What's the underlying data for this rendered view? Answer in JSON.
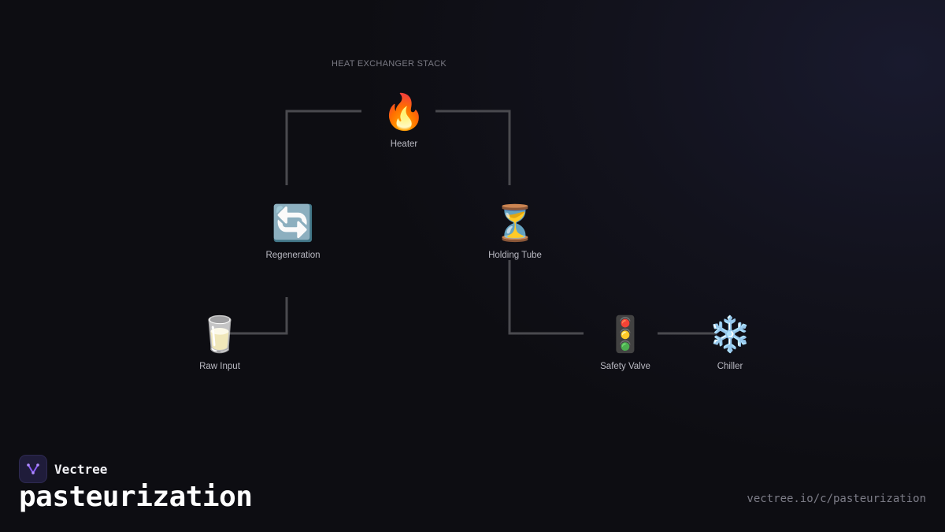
{
  "diagram": {
    "group_label": "HEAT EXCHANGER STACK",
    "nodes": {
      "heater": {
        "label": "Heater",
        "icon": "flame-icon",
        "glyph": "🔥"
      },
      "regeneration": {
        "label": "Regeneration",
        "icon": "regeneration-arrows-icon",
        "glyph": "🔄"
      },
      "holding_tube": {
        "label": "Holding Tube",
        "icon": "hourglass-icon",
        "glyph": "⏳"
      },
      "raw_input": {
        "label": "Raw Input",
        "icon": "milk-glass-icon",
        "glyph": "🥛"
      },
      "safety_valve": {
        "label": "Safety Valve",
        "icon": "traffic-light-icon",
        "glyph": "🚦"
      },
      "chiller": {
        "label": "Chiller",
        "icon": "snowflake-icon",
        "glyph": "❄️"
      }
    },
    "connector_color": "#4a4a4f"
  },
  "brand": {
    "name": "Vectree",
    "logo_icon": "vectree-logo-icon",
    "accent": "#8a5cf6"
  },
  "title": "pasteurization",
  "url": "vectree.io/c/pasteurization"
}
